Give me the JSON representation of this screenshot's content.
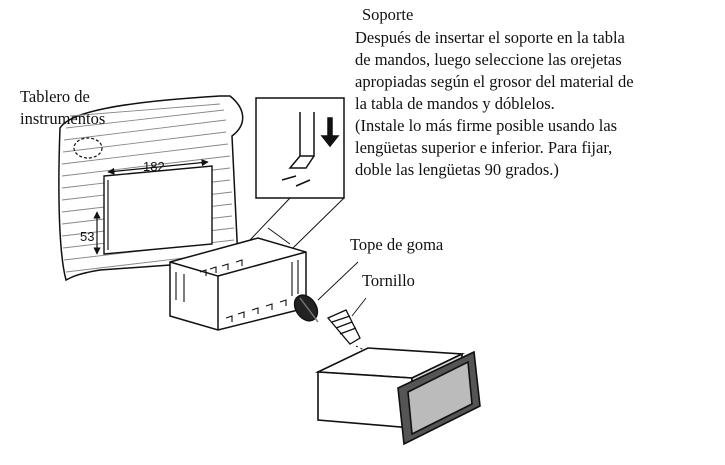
{
  "labels": {
    "soporte_title": "Soporte",
    "soporte_desc": [
      "Después de insertar el soporte en la tabla",
      "de mandos, luego seleccione las orejetas",
      "apropiadas según el grosor del material de",
      "la tabla de mandos y dóblelos.",
      "(Instale lo más firme posible usando las",
      "lengüetas superior e inferior. Para fijar,",
      "doble las lengüetas 90 grados.)"
    ],
    "dashboard": [
      "Tablero de",
      "instrumentos"
    ],
    "rubber_stop": "Tope de goma",
    "screw": "Tornillo"
  },
  "dimensions": {
    "width": "182",
    "height": "53"
  }
}
